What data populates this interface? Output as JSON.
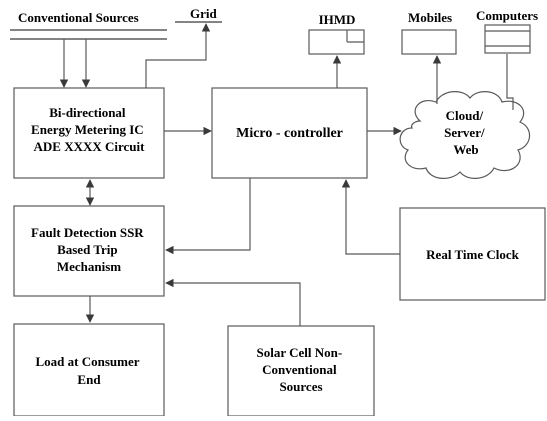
{
  "blocks": {
    "metering": [
      "Bi-directional",
      "Energy Metering IC",
      "ADE XXXX  Circuit"
    ],
    "microcontroller": [
      "Micro - controller"
    ],
    "cloud": [
      "Cloud/",
      "Server/",
      "Web"
    ],
    "fault": [
      "Fault Detection SSR",
      "Based Trip",
      "Mechanism"
    ],
    "rtc": [
      "Real Time Clock"
    ],
    "load": [
      "Load at Consumer",
      "End"
    ],
    "solar": [
      "Solar Cell Non-",
      "Conventional",
      "Sources"
    ]
  },
  "labels": {
    "conventional_sources": "Conventional Sources",
    "grid": "Grid",
    "ihmd": "IHMD",
    "mobiles": "Mobiles",
    "computers": "Computers"
  }
}
